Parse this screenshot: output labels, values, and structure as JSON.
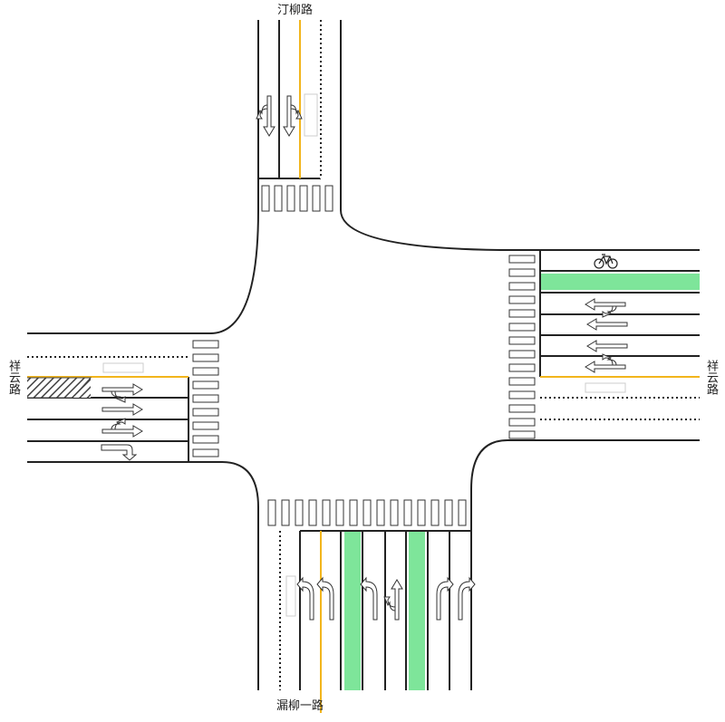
{
  "roads": {
    "north": "汀柳路",
    "south": "漏柳一路",
    "west": "祥云路",
    "east": "祥云路"
  },
  "colors": {
    "line": "#222222",
    "center_line": "#f2b51c",
    "bus_lane": "#7ee59a",
    "hatch": "#444444",
    "crosswalk": "#ffffff"
  },
  "icons": {
    "bicycle": "bicycle-icon",
    "arrows": "lane-arrow-icon"
  }
}
